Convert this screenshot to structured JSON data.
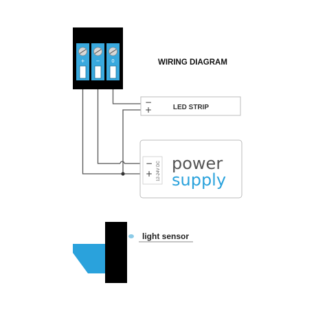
{
  "diagram": {
    "title": "WIRING DIAGRAM",
    "terminal_block": {
      "marks": [
        "+",
        "−",
        "0"
      ],
      "accent_color": "#39a9de"
    },
    "led_strip": {
      "label": "LED STRIP",
      "minus": "−",
      "plus": "+"
    },
    "power_supply": {
      "word_1": "power",
      "word_2": "supply",
      "voltage": "12-24V DC",
      "minus": "−",
      "plus": "+",
      "accent_color": "#2aa2dc"
    },
    "light_sensor": {
      "label": "light sensor",
      "accent_color": "#2aa2dc"
    }
  }
}
